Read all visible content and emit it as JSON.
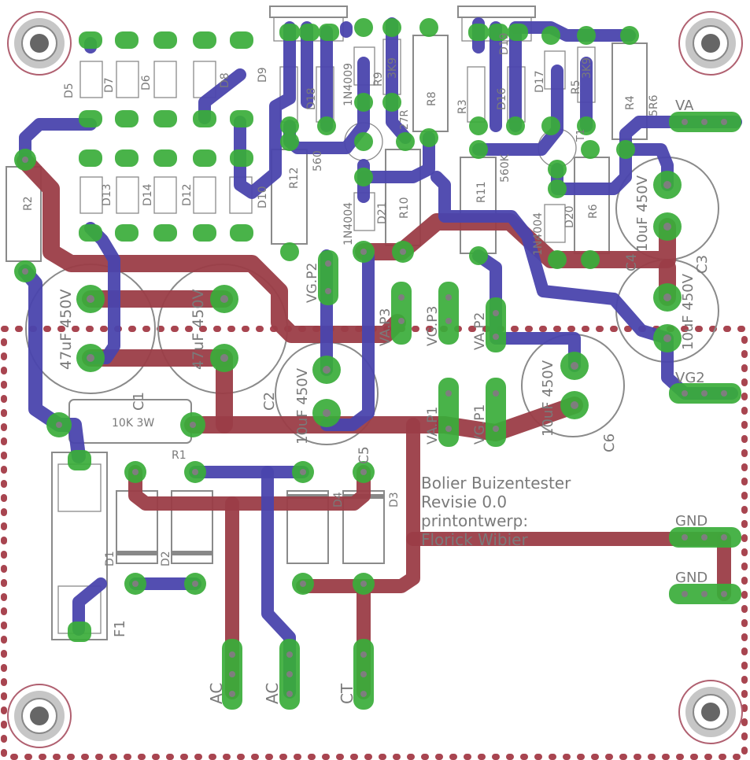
{
  "board": {
    "title": "Bolier Buizentester",
    "revision": "Revisie 0.0",
    "design_label": "printontwerp:",
    "designer": "Florick Wibier"
  },
  "labels": {
    "va_top": "VA",
    "vg2_right": "VG2",
    "gnd_1": "GND",
    "gnd_2": "GND",
    "ac_1": "AC",
    "ac_2": "AC",
    "ct": "CT",
    "vg_p2_left": "VG.P2",
    "va_p3": "VA.P3",
    "vg_p3": "VG.P3",
    "va_p2": "VA.P2",
    "va_p1": "VA.P1",
    "vg_p1": "VG.P1"
  },
  "components": {
    "c1_value": "47uF 450V",
    "c1": "C1",
    "c2_value": "47uF 450V",
    "c2": "C2",
    "c5_value": "10uF 450V",
    "c5": "C5",
    "c6_value": "10uF 450V",
    "c6": "C6",
    "c3_value": "10uF 450V",
    "c3": "C3",
    "c4_value": "10uF 450V",
    "c4": "C4",
    "r1_value": "10K 3W",
    "r1": "R1",
    "r2": "R2",
    "r12": "R12",
    "r12_value": "560",
    "r11": "R11",
    "r11_value": "560K",
    "r10": "R10",
    "r9": "R9",
    "r9_value": "3K9",
    "r8": "R8",
    "r7_value": "27R",
    "r5": "R5",
    "r5_value": "3K9",
    "r4": "R4",
    "r4_value": "5R6",
    "r6": "R6",
    "r3": "R3",
    "d1": "D1",
    "d2": "D2",
    "d3": "D3",
    "d4": "D4",
    "d5": "D5",
    "d6": "D6",
    "d7": "D7",
    "d8": "D8",
    "d9": "D9",
    "d10": "D10",
    "d12": "D12",
    "d13": "D13",
    "d14": "D14",
    "d16": "D16",
    "d17": "D17",
    "d18": "D18",
    "d19": "D19",
    "d20": "D20",
    "d21": "D21",
    "diode_1n4004_a": "1N4004",
    "diode_1n4004_b": "1N4004",
    "diode_1n4009": "1N4009",
    "transistor_1": "T1",
    "f1": "F1"
  },
  "colors": {
    "top_copper": "#9b3d47",
    "bottom_copper": "#4a44ad",
    "pad": "#3aad3a",
    "silkscreen": "#8a8a8a"
  }
}
